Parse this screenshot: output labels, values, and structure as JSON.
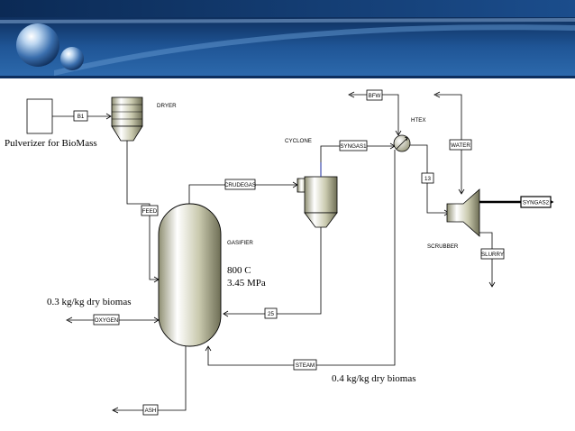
{
  "units": {
    "dryer": "DRYER",
    "cyclone": "CYCLONE",
    "gasifier": "GASIFIER",
    "htex": "HTEX",
    "scrubber": "SCRUBBER"
  },
  "streams": {
    "b1": "B1",
    "feed": "FEED",
    "crudegas": "CRUDEGAS",
    "syngas1": "SYNGAS1",
    "bfw": "BFW",
    "water": "WATER",
    "s13": "13",
    "syngas2": "SYNGAS2",
    "slurry": "SLURRY",
    "s25": "25",
    "oxygen": "OXYGEN",
    "steam": "STEAM",
    "ash": "ASH"
  },
  "annotations": {
    "pulverizer": "Pulverizer for BioMass",
    "temperature": "800 C",
    "pressure": "3.45 MPa",
    "oxygen_ratio": "0.3 kg/kg dry biomas",
    "steam_ratio": "0.4 kg/kg dry biomas"
  },
  "colors": {
    "banner_dark": "#16427e",
    "banner_light": "#3d7bbd",
    "vessel_fill": "#c9c9ae"
  }
}
